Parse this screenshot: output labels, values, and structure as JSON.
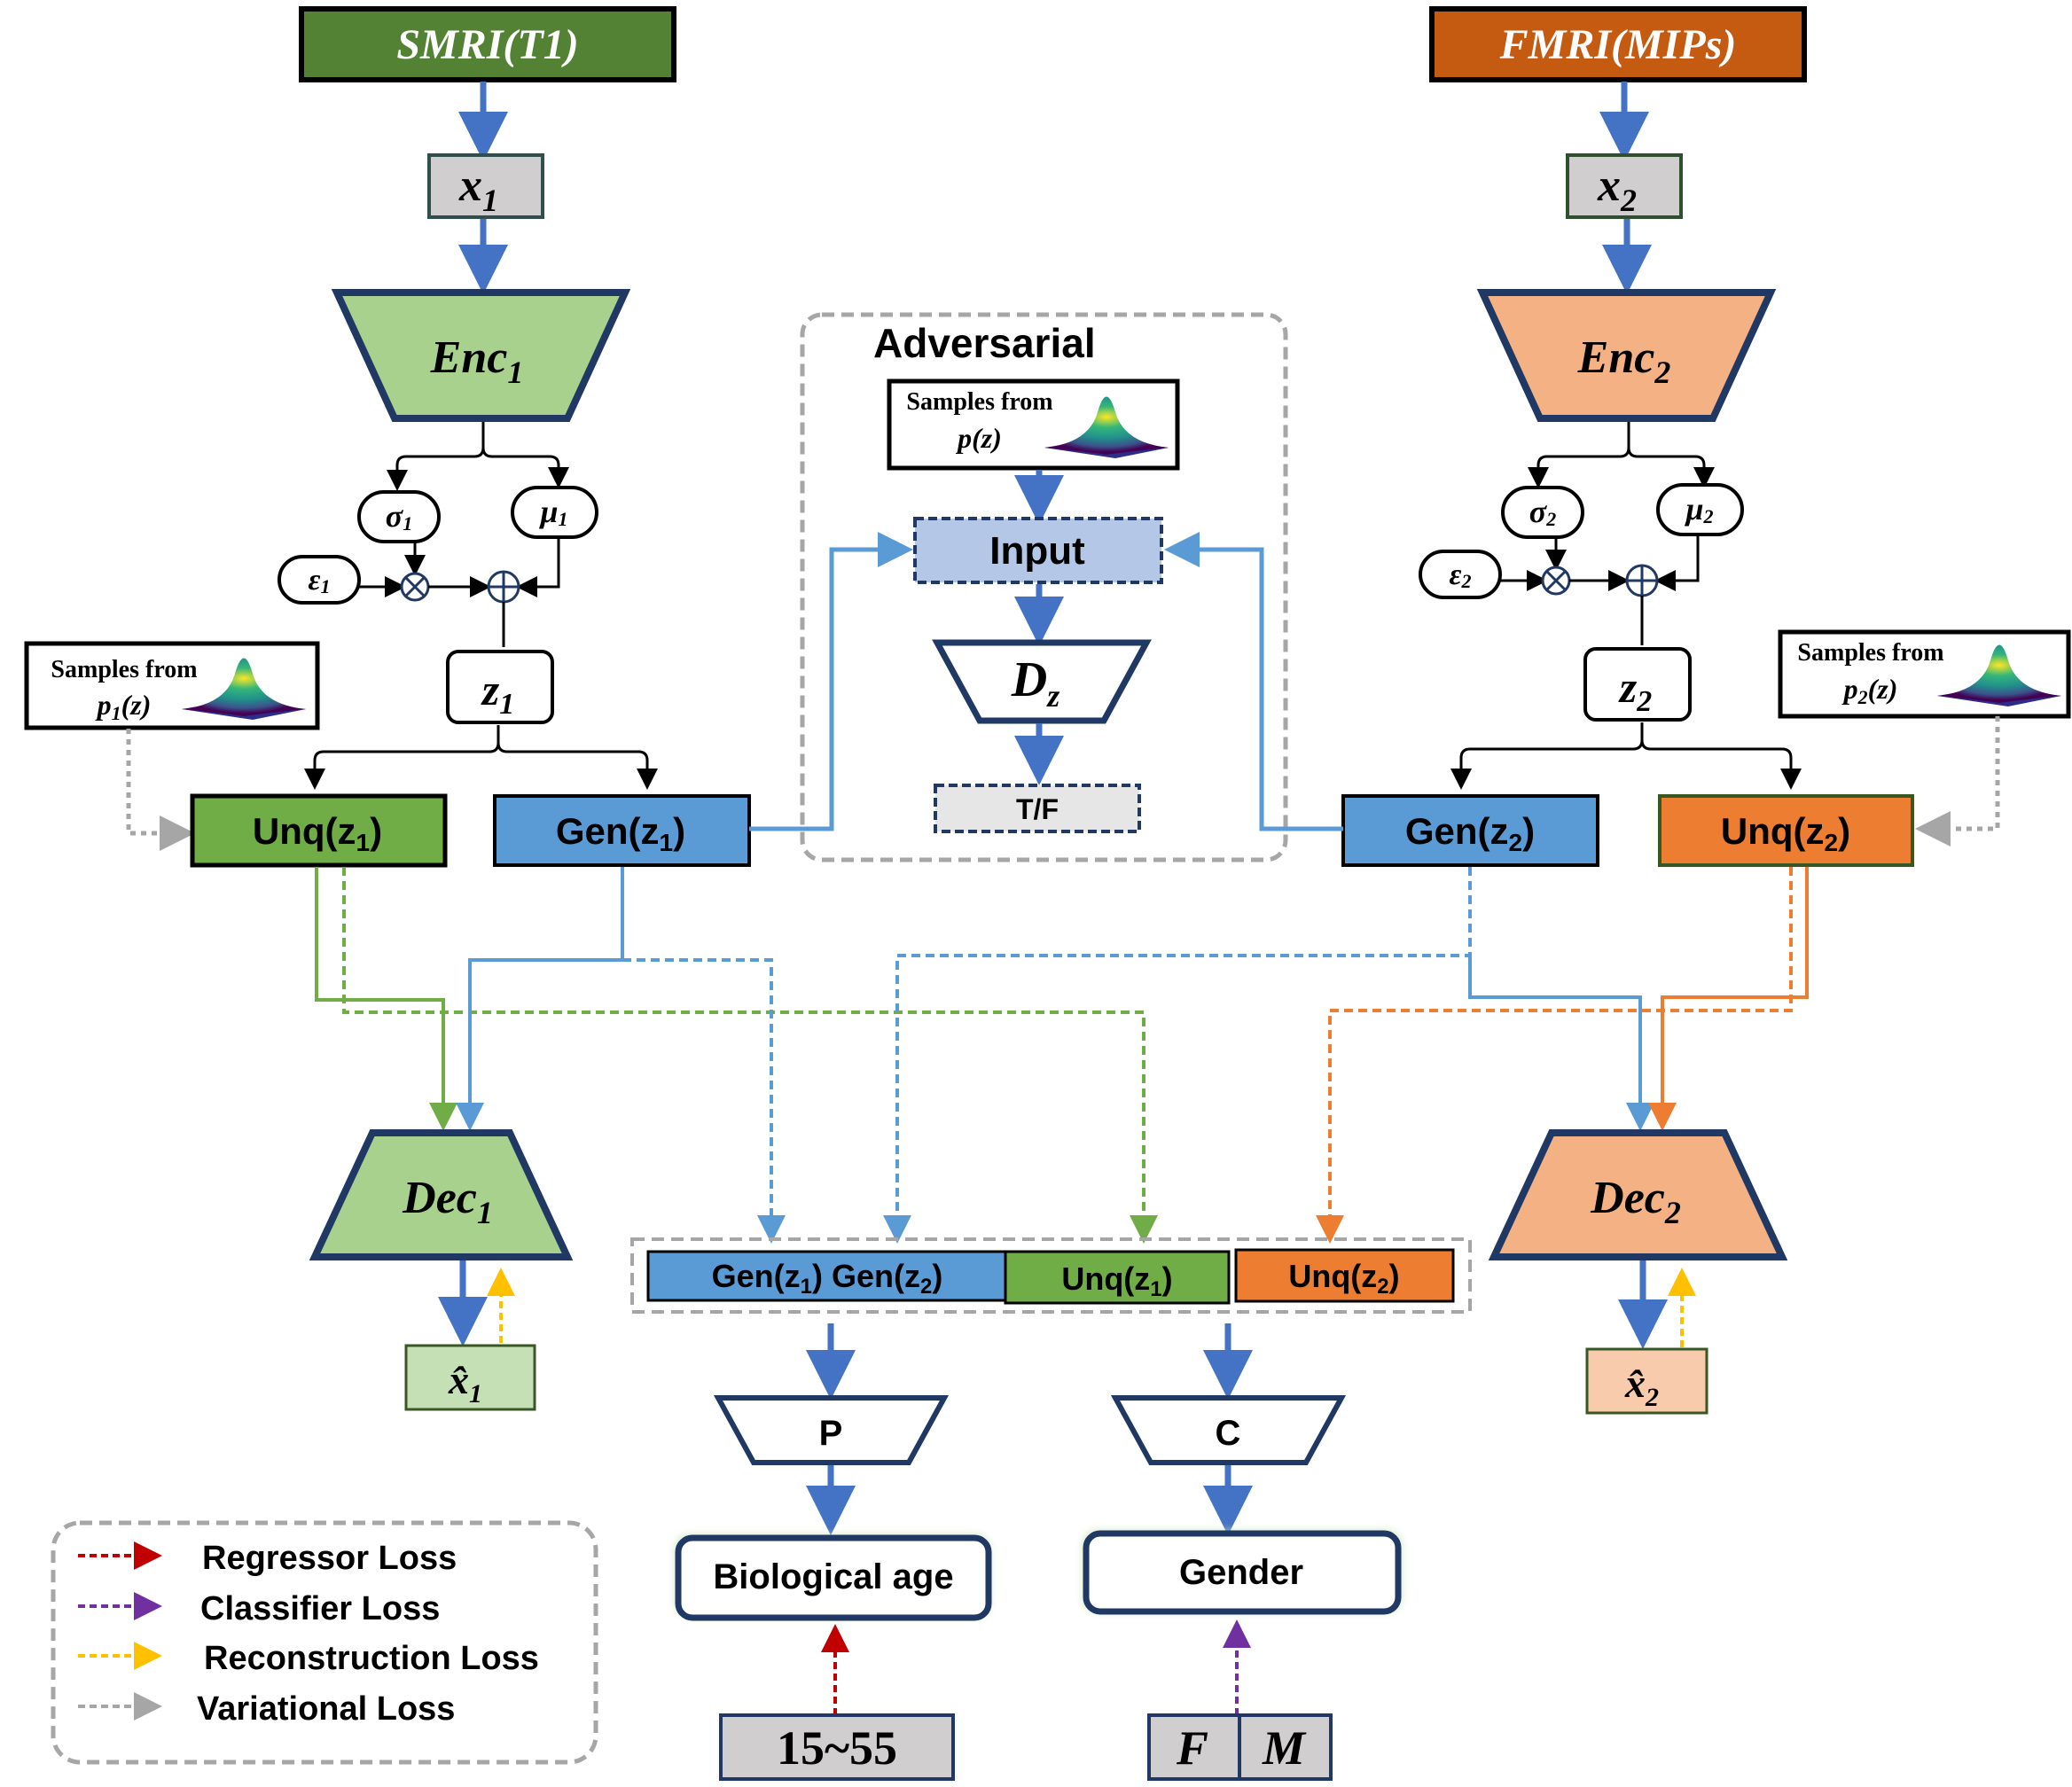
{
  "inputs": {
    "smri": "SMRI(T1)",
    "fmri": "FMRI(MIPs)",
    "x1": "x",
    "x1_sub": "1",
    "x2": "x",
    "x2_sub": "2"
  },
  "encoders": {
    "enc1": "Enc",
    "enc1_sub": "1",
    "enc2": "Enc",
    "enc2_sub": "2"
  },
  "latent": {
    "sigma1": "σ",
    "sigma1_sub": "1",
    "mu1": "μ",
    "mu1_sub": "1",
    "eps1": "ε",
    "eps1_sub": "1",
    "sigma2": "σ",
    "sigma2_sub": "2",
    "mu2": "μ",
    "mu2_sub": "2",
    "eps2": "ε",
    "eps2_sub": "2",
    "z1": "z",
    "z1_sub": "1",
    "z2": "z",
    "z2_sub": "2"
  },
  "samples": {
    "left_line1": "Samples from",
    "left_line2": "p",
    "left_line2_sub": "1",
    "left_line2_rest": "(z)",
    "right_line1": "Samples from",
    "right_line2": "p",
    "right_line2_sub": "2",
    "right_line2_rest": "(z)",
    "center_line1": "Samples from",
    "center_line2": "p(z)"
  },
  "blocks": {
    "unq_z1": "Unq(z",
    "unq_z1_sub": "1",
    "gen_z1": "Gen(z",
    "gen_z1_sub": "1",
    "gen_z2": "Gen(z",
    "gen_z2_sub": "2",
    "unq_z2": "Unq(z",
    "unq_z2_sub": "2",
    "close_paren": ")"
  },
  "adversarial": {
    "title": "Adversarial",
    "input": "Input",
    "dz": "D",
    "dz_sub": "z",
    "tf": "T/F"
  },
  "decoders": {
    "dec1": "Dec",
    "dec1_sub": "1",
    "dec2": "Dec",
    "dec2_sub": "2",
    "xhat1": "x̂",
    "xhat1_sub": "1",
    "xhat2": "x̂",
    "xhat2_sub": "2"
  },
  "concat": {
    "gen_pair": "Gen(z",
    "gen_pair_sub1": "1",
    "gen_pair_mid": ") Gen(z",
    "gen_pair_sub2": "2",
    "unq1": "Unq(z",
    "unq1_sub": "1",
    "unq2": "Unq(z",
    "unq2_sub": "2",
    "close_paren": ")"
  },
  "heads": {
    "p": "P",
    "c": "C",
    "bio_age": "Biological age",
    "gender": "Gender",
    "age_range": "15~55",
    "f": "F",
    "m": "M"
  },
  "legend": {
    "regressor": "Regressor Loss",
    "classifier": "Classifier Loss",
    "reconstruction": "Reconstruction Loss",
    "variational": "Variational Loss"
  },
  "colors": {
    "smri_green": "#548235",
    "fmri_orange": "#c55a11",
    "enc1_fill": "#a9d18e",
    "enc2_fill": "#f4b183",
    "unq1_fill": "#70ad47",
    "unq2_fill": "#ed7d31",
    "gen_fill": "#5b9bd5",
    "arrow_blue": "#4472c4",
    "line_light_blue": "#5b9bd5",
    "input_fill": "#b4c7e7",
    "gray_box": "#d0cece",
    "regressor_red": "#c00000",
    "classifier_purple": "#7030a0",
    "reconstruction_yellow": "#ffc000",
    "variational_gray": "#a6a6a6"
  }
}
